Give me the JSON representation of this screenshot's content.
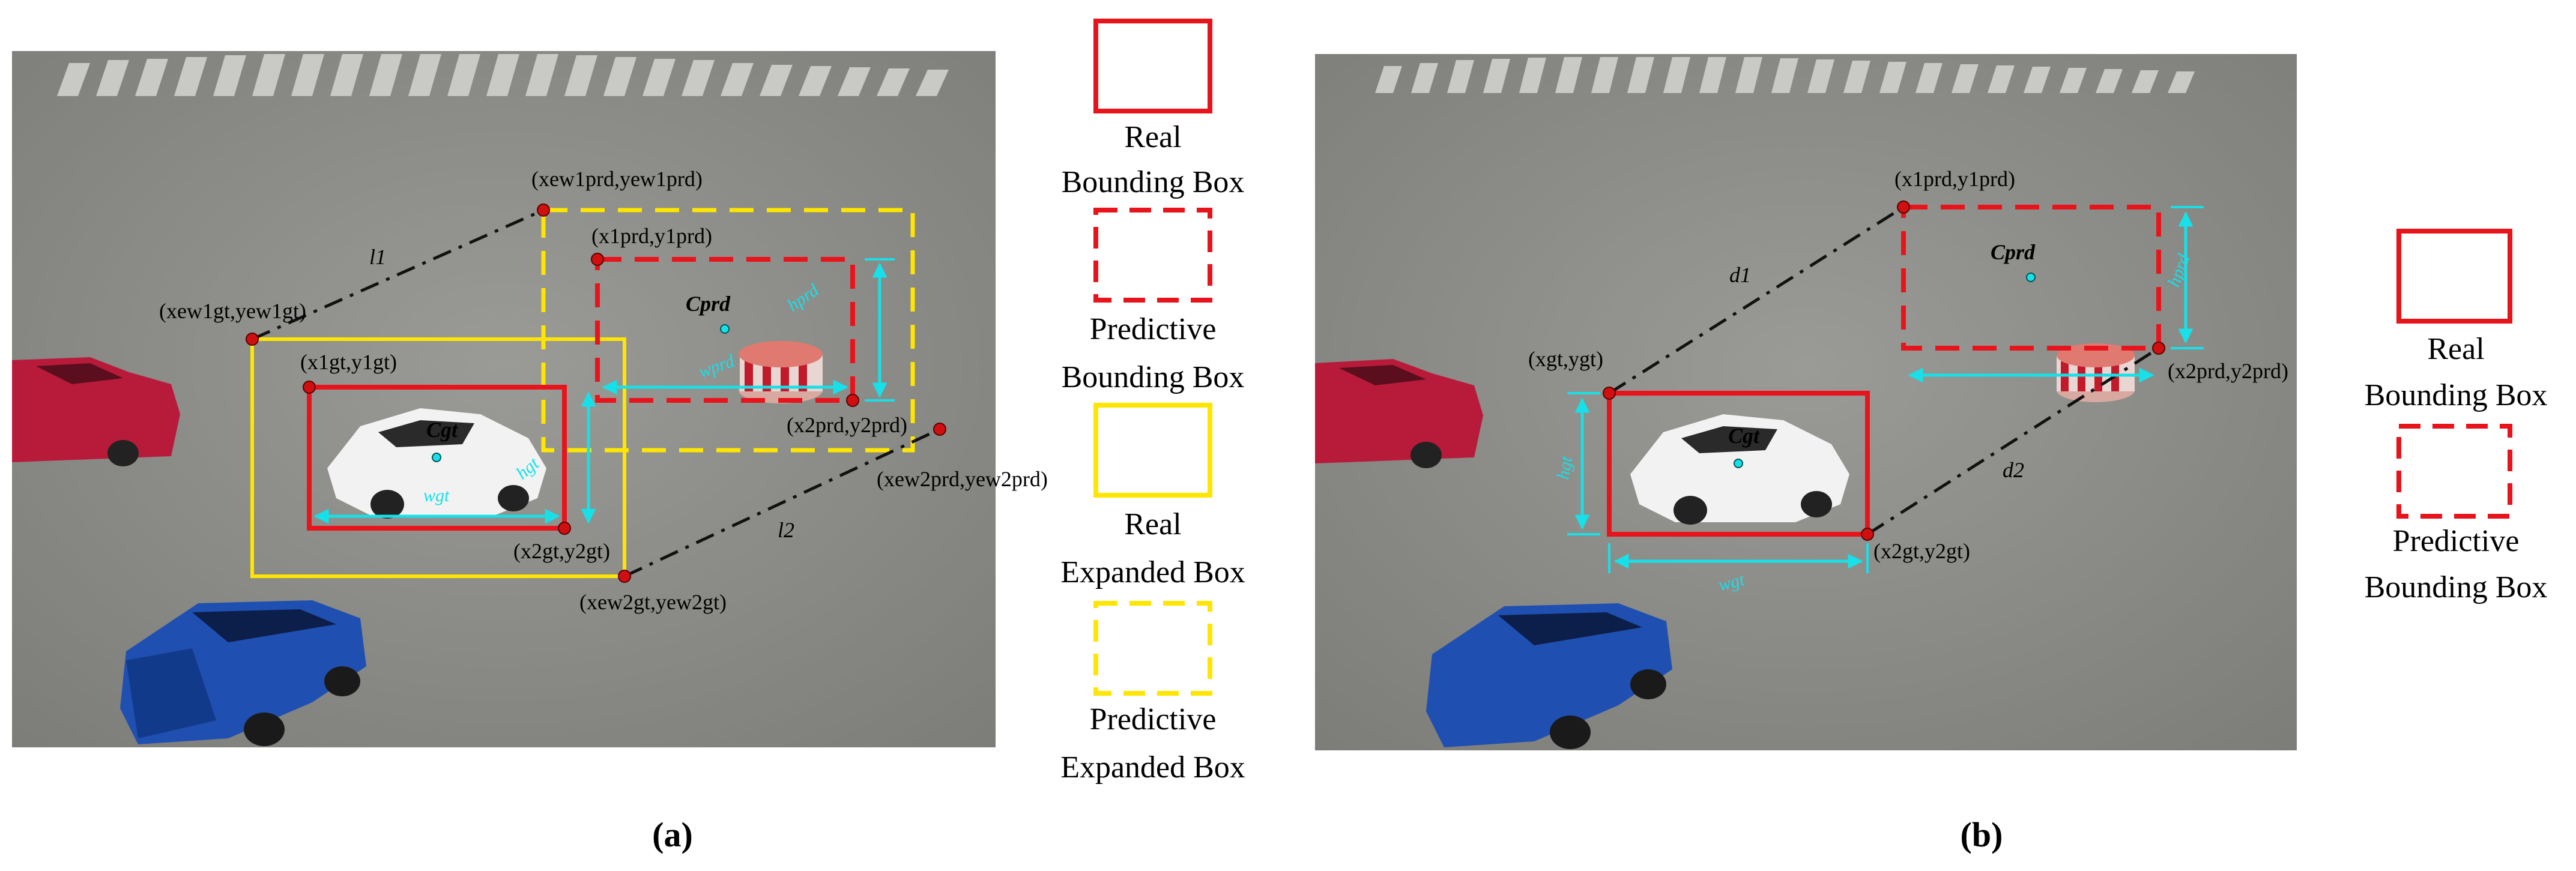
{
  "panel_a": {
    "caption": "(a)",
    "labels": {
      "gt_tl": "(x1gt,y1gt)",
      "gt_br": "(x2gt,y2gt)",
      "prd_tl": "(x1prd,y1prd)",
      "prd_br": "(x2prd,y2prd)",
      "gt_ew1": "(xew1gt,yew1gt)",
      "gt_ew2": "(xew2gt,yew2gt)",
      "prd_ew1": "(xew1prd,yew1prd)",
      "prd_ew2": "(xew2prd,yew2prd)",
      "l1": "l1",
      "l2": "l2",
      "c_gt": "Cgt",
      "c_prd": "Cprd",
      "w_gt": "wgt",
      "h_gt": "hgt",
      "w_prd": "wprd",
      "h_prd": "hprd"
    },
    "legend": [
      {
        "lines": [
          "Real",
          "Bounding Box"
        ]
      },
      {
        "lines": [
          "Predictive",
          "Bounding Box"
        ]
      },
      {
        "lines": [
          "Real",
          "Expanded Box"
        ]
      },
      {
        "lines": [
          "Predictive",
          "Expanded  Box"
        ]
      }
    ]
  },
  "panel_b": {
    "caption": "(b)",
    "labels": {
      "gt_tl": "(xgt,ygt)",
      "gt_br": "(x2gt,y2gt)",
      "prd_tl": "(x1prd,y1prd)",
      "prd_br": "(x2prd,y2prd)",
      "d1": "d1",
      "d2": "d2",
      "c_gt": "Cgt",
      "c_prd": "Cprd",
      "w_gt": "wgt",
      "h_gt": "hgt",
      "h_prd": "hprd"
    },
    "legend": [
      {
        "lines": [
          "Real",
          "Bounding Box"
        ]
      },
      {
        "lines": [
          "Predictive",
          "Bounding Box"
        ]
      }
    ]
  },
  "colors": {
    "real_box": "#e8141c",
    "expanded_box": "#ffe600",
    "dimension": "#18e0e8",
    "road": "#8a8a86",
    "point": "#d01010"
  },
  "icons": [
    "white-car",
    "red-car",
    "blue-suv",
    "traffic-post",
    "crosswalk"
  ]
}
